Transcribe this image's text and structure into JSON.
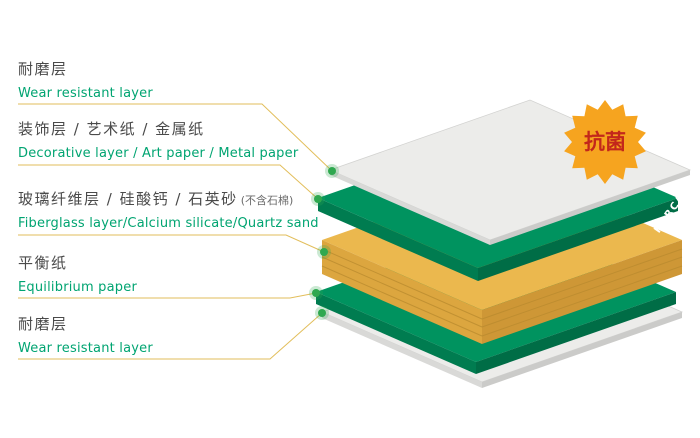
{
  "diagram": {
    "labels": [
      {
        "zh": "耐磨层",
        "en": "Wear resistant layer"
      },
      {
        "zh": "装饰层 / 艺术纸 / 金属纸",
        "en": "Decorative layer / Art paper / Metal paper"
      },
      {
        "zh": "玻璃纤维层 / 硅酸钙 / 石英砂",
        "zh_note": "(不含石棉)",
        "en": "Fiberglass layer/Calcium silicate/Quartz sand"
      },
      {
        "zh": "平衡纸",
        "en": "Equilibrium paper"
      },
      {
        "zh": "耐磨层",
        "en": "Wear resistant layer"
      }
    ],
    "badge": {
      "text": "抗菌"
    },
    "brand": {
      "text": "FORCA"
    }
  },
  "colors": {
    "chinese_text": "#4A4A4A",
    "english_text": "#00A471",
    "connector": "#E2BE5B",
    "dot": "#2FA84F",
    "green_top": "#00935F",
    "green_left": "#007C50",
    "green_right": "#006D46",
    "core_top": "#EBB84E",
    "core_left": "#DCA63F",
    "core_right": "#CE9736",
    "core_stripe": "#B98A2E",
    "sheet_top": "#ECECEA",
    "sheet_left": "#D9D9D7",
    "sheet_right": "#CBCBC9",
    "star": "#F6A41F",
    "badge_text": "#C3271B",
    "brand_text": "#FFFFFF"
  }
}
